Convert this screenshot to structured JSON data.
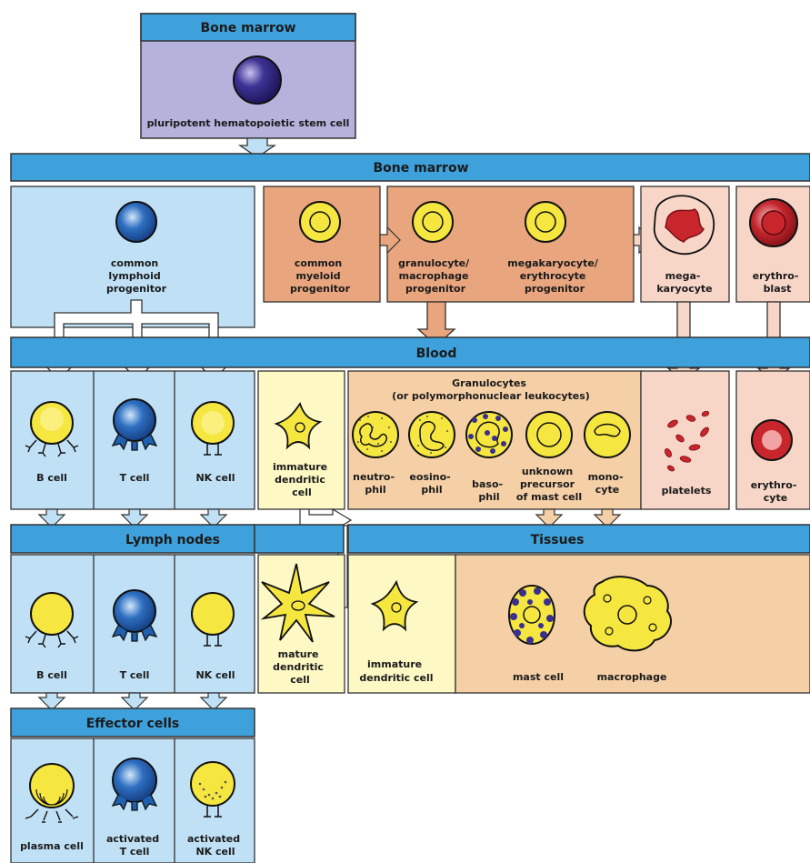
{
  "headers": {
    "top_bone_marrow": "Bone marrow",
    "bone_marrow": "Bone marrow",
    "blood": "Blood",
    "lymph_nodes": "Lymph nodes",
    "tissues": "Tissues",
    "effector_cells": "Effector cells"
  },
  "cells": {
    "stem_cell": [
      "pluripotent hematopoietic stem cell"
    ],
    "common_lymphoid": [
      "common",
      "lymphoid",
      "progenitor"
    ],
    "common_myeloid": [
      "common",
      "myeloid",
      "progenitor"
    ],
    "granulocyte_macrophage": [
      "granulocyte/",
      "macrophage",
      "progenitor"
    ],
    "megakaryocyte_erythrocyte": [
      "megakaryocyte/",
      "erythrocyte",
      "progenitor"
    ],
    "megakaryocyte": [
      "mega-",
      "karyocyte"
    ],
    "erythroblast": [
      "erythro-",
      "blast"
    ],
    "granulocytes_title": [
      "Granulocytes",
      "(or polymorphonuclear leukocytes)"
    ],
    "b_cell": [
      "B cell"
    ],
    "t_cell": [
      "T cell"
    ],
    "nk_cell": [
      "NK cell"
    ],
    "immature_dc_blood": [
      "immature",
      "dendritic",
      "cell"
    ],
    "neutrophil": [
      "neutro-",
      "phil"
    ],
    "eosinophil": [
      "eosino-",
      "phil"
    ],
    "basophil": [
      "baso-",
      "phil"
    ],
    "mast_precursor": [
      "unknown",
      "precursor",
      "of mast cell"
    ],
    "monocyte": [
      "mono-",
      "cyte"
    ],
    "platelets": [
      "platelets"
    ],
    "erythrocyte": [
      "erythro-",
      "cyte"
    ],
    "b_cell_ln": [
      "B cell"
    ],
    "t_cell_ln": [
      "T cell"
    ],
    "nk_cell_ln": [
      "NK cell"
    ],
    "mature_dc": [
      "mature",
      "dendritic",
      "cell"
    ],
    "immature_dc_tissue": [
      "immature",
      "dendritic cell"
    ],
    "mast_cell": [
      "mast cell"
    ],
    "macrophage": [
      "macrophage"
    ],
    "plasma_cell": [
      "plasma cell"
    ],
    "activated_t": [
      "activated",
      "T cell"
    ],
    "activated_nk": [
      "activated",
      "NK cell"
    ]
  },
  "colors": {
    "header_blue": "#3ea1dc",
    "lymphoid_bg": "#bfe0f5",
    "myeloid_bg": "#e8a57e",
    "stem_bg": "#b5b2dc",
    "pink_bg": "#f7d6c8",
    "granulo_bg": "#f5cfa6",
    "yellow_bg": "#fdf8c4",
    "tissue_bg": "#f5cfa6",
    "yellow_cell": "#f5e640",
    "blue_cell": "#1f5fb0",
    "purple_cell": "#3a2f8c",
    "red_cell": "#c8262c"
  }
}
